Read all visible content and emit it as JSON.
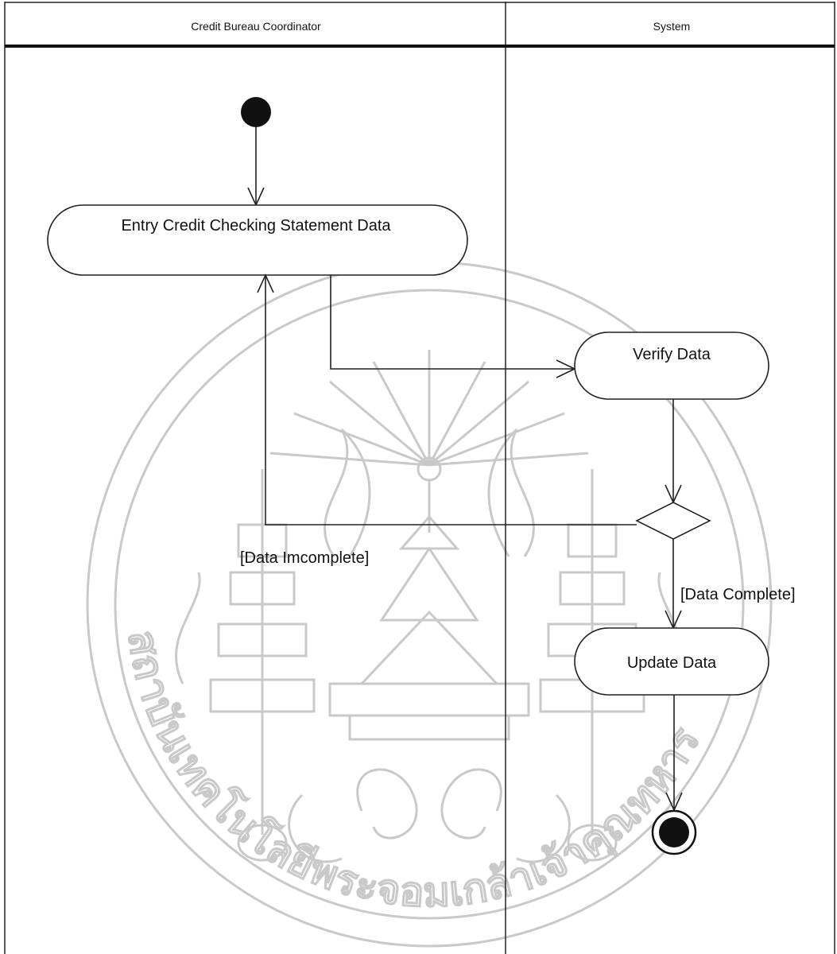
{
  "lanes": [
    {
      "title": "Credit Bureau Coordinator"
    },
    {
      "title": "System"
    }
  ],
  "actions": {
    "entry": "Entry Credit Checking Statement Data",
    "verify": "Verify Data",
    "update": "Update Data"
  },
  "guards": {
    "incomplete": "[Data  Imcomplete]",
    "complete": "[Data Complete]"
  },
  "watermark": {
    "description_icon": "university-seal-watermark-icon",
    "text": "สถาบันเทคโนโลยีพระจอมเกล้าเจ้าคุณทหาร"
  },
  "colors": {
    "ink": "#222222",
    "watermark": "#c9c9c9"
  }
}
